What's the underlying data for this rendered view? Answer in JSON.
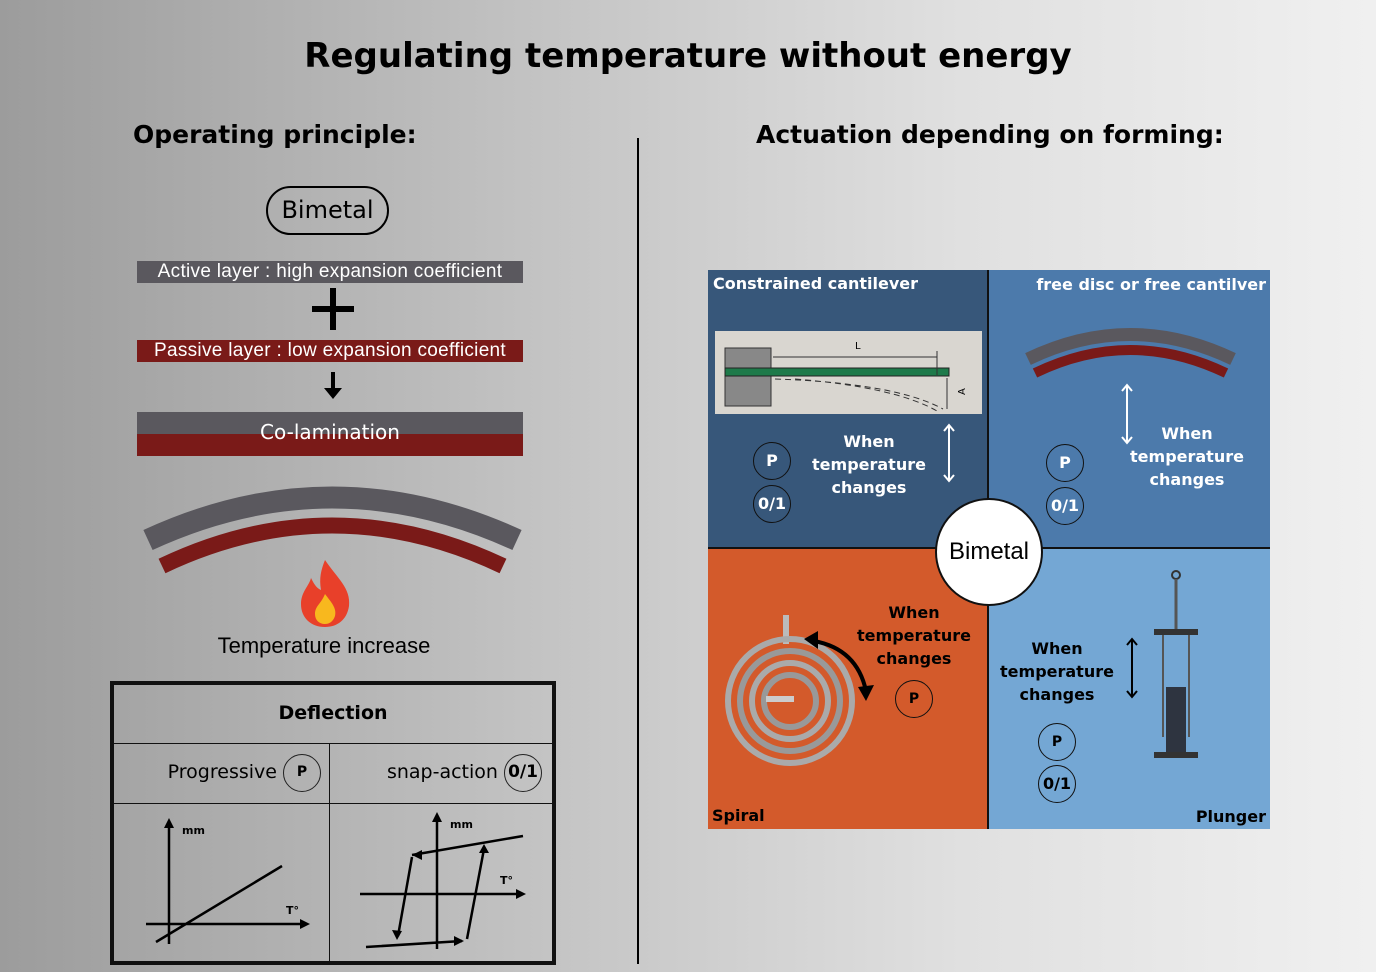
{
  "title": "Regulating temperature without energy",
  "left": {
    "heading": "Operating principle:",
    "bimetal_label": "Bimetal",
    "active_layer": "Active layer : high expansion coefficient",
    "plus": "+",
    "passive_layer": "Passive layer : low expansion coefficient",
    "colamination": "Co-lamination",
    "temperature_increase": "Temperature increase",
    "table": {
      "header": "Deflection",
      "progressive": "Progressive",
      "progressive_badge": "P",
      "snap": "snap-action",
      "snap_badge": "0/1",
      "axis_y": "mm",
      "axis_x": "T°"
    }
  },
  "right": {
    "heading": "Actuation depending on forming:",
    "center": "Bimetal",
    "when": [
      "When",
      "temperature",
      "changes"
    ],
    "quadrants": [
      {
        "title": "Constrained cantilever",
        "badges": [
          "P",
          "0/1"
        ],
        "color": "#37577a",
        "image_labels": [
          "L",
          "A"
        ]
      },
      {
        "title": "free disc or free cantilver",
        "badges": [
          "P",
          "0/1"
        ],
        "color": "#4c7aab"
      },
      {
        "title": "Spiral",
        "badges": [
          "P"
        ],
        "color": "#d35a2b"
      },
      {
        "title": "Plunger",
        "badges": [
          "P",
          "0/1"
        ],
        "color": "#74a7d4"
      }
    ]
  },
  "colors": {
    "active": "#5a585e",
    "passive": "#7a1a18"
  }
}
